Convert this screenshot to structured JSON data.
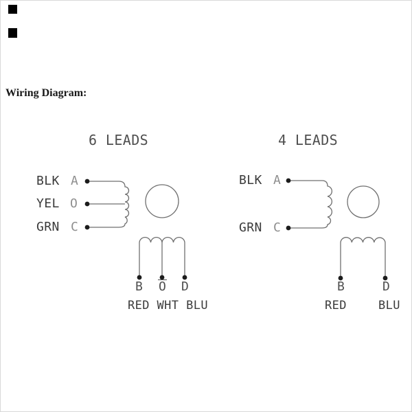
{
  "page": {
    "title": "Wiring Diagram:"
  },
  "icons": {
    "top_left_markers": [
      "black-square-icon",
      "black-square-icon"
    ]
  },
  "diagrams": [
    {
      "id": "six-leads",
      "title": "6 LEADS",
      "leads": [
        {
          "wire": "BLK",
          "terminal": "A"
        },
        {
          "wire": "YEL",
          "terminal": "O"
        },
        {
          "wire": "GRN",
          "terminal": "C"
        }
      ],
      "bottom_terminals": [
        {
          "terminal": "B",
          "overline": false
        },
        {
          "terminal": "O",
          "overline": true
        },
        {
          "terminal": "D",
          "overline": false
        }
      ],
      "bottom_wires": "RED WHT BLU"
    },
    {
      "id": "four-leads",
      "title": "4 LEADS",
      "leads": [
        {
          "wire": "BLK",
          "terminal": "A"
        },
        {
          "wire": "GRN",
          "terminal": "C"
        }
      ],
      "bottom_terminals": [
        {
          "terminal": "B",
          "overline": false,
          "wire": "RED"
        },
        {
          "terminal": "D",
          "overline": false,
          "wire": "BLU"
        }
      ]
    }
  ],
  "colors": {
    "background": "#ffffff",
    "border": "#d8d8d8",
    "marker": "#000000",
    "title_text": "#171717",
    "diagram_text": "#4f4f4f",
    "wire_text": "#3b3b3b",
    "terminal_text": "#8e8e8e",
    "line": "#6f6f6f",
    "dot": "#1c1c1c"
  }
}
